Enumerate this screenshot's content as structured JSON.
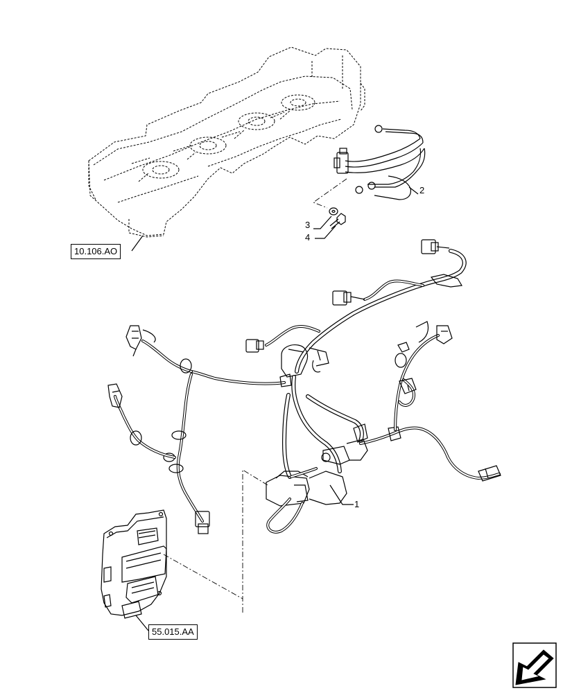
{
  "references": {
    "engine_block_ref": "10.106.AO",
    "ecu_ref": "55.015.AA"
  },
  "callouts": {
    "harness": "1",
    "injector_harness": "2",
    "washer": "3",
    "bolt": "4"
  },
  "icons": {
    "nav": "next-page-arrow-icon"
  }
}
